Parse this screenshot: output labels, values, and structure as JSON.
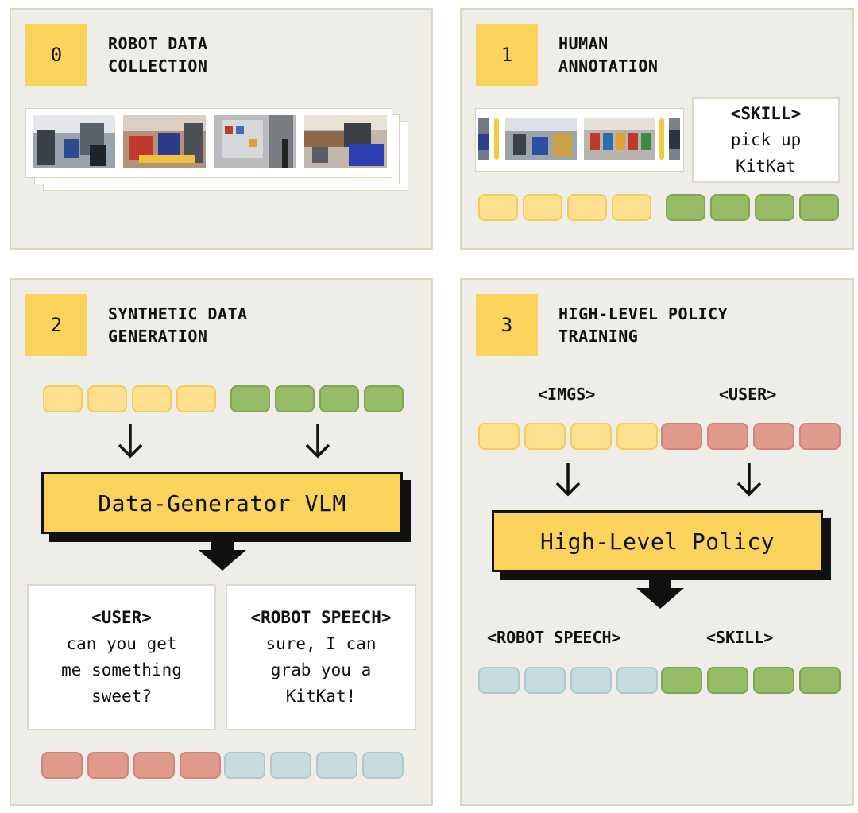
{
  "panels": [
    {
      "step": "0",
      "title_line1": "ROBOT DATA",
      "title_line2": "COLLECTION"
    },
    {
      "step": "1",
      "title_line1": "HUMAN",
      "title_line2": "ANNOTATION",
      "skill_head": "<SKILL>",
      "skill_line1": "pick up",
      "skill_line2": "KitKat"
    },
    {
      "step": "2",
      "title_line1": "SYNTHETIC DATA",
      "title_line2": "GENERATION",
      "model_label": "Data-Generator VLM",
      "user_head": "<USER>",
      "user_line1": "can you get",
      "user_line2": "me something",
      "user_line3": "sweet?",
      "robot_head": "<ROBOT SPEECH>",
      "robot_line1": "sure, I can",
      "robot_line2": "grab you a",
      "robot_line3": "KitKat!"
    },
    {
      "step": "3",
      "title_line1": "HIGH-LEVEL POLICY",
      "title_line2": "TRAINING",
      "label_imgs": "<IMGS>",
      "label_user": "<USER>",
      "model_label": "High-Level Policy",
      "label_speech": "<ROBOT SPEECH>",
      "label_skill": "<SKILL>"
    }
  ],
  "colors": {
    "panel_bg": "#efede7",
    "accent_yellow": "#fad35c",
    "token_yellow": "#fde08f",
    "token_green": "#98bb67",
    "token_red": "#df9a8c",
    "token_blue": "#c7dcdf"
  }
}
